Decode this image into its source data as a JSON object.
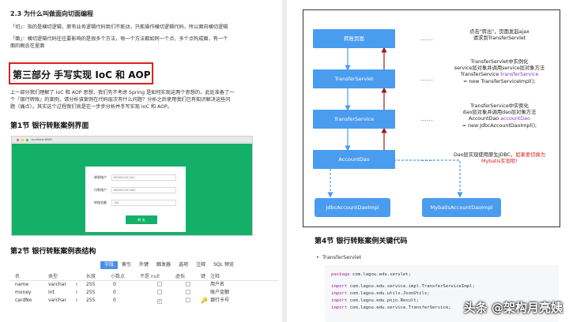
{
  "left": {
    "heading_2_3": "2.3 为什么叫做面向切面编程",
    "p_cut": "「切」：指的是横切逻辑，原有业务逻辑代码我们不能动，只能操作横切逻辑代码，所以面向横切逻辑",
    "p_face_1": "「面」：横切逻辑代码往往要影响的是很多个方法，每一个方法都如同一个点，多个点构成面，有一个",
    "p_face_2": "面的概念在里面",
    "part_title": "第三部分 手写实现 IoC 和 AOP",
    "intro_1": "上一部分我们理解了 IoC 和 AOP 思想，我们先不考虑 Spring 是如何实现这两个思想的，此处准备了一",
    "intro_2": "个『银行转账』的案例，请分析该案例在代码层次有什么问题？分析之后使用我们已有知识解决这些问",
    "intro_3": "题（痛点）。其实这个过程我们就是在一步步分析并手写实现 IoC 和 AOP。",
    "section_1": "第1节 银行转账案例界面",
    "screenshot": {
      "url": "localhost:8080",
      "rows": [
        {
          "label": "收款账户",
          "value": "6029621011001"
        },
        {
          "label": "付款账户",
          "value": "6029621011000"
        },
        {
          "label": "转账金额",
          "value": "100"
        }
      ],
      "button": "转 出"
    },
    "section_2": "第2节 银行转账案例表结构",
    "tabs": [
      "字段",
      "索引",
      "外键",
      "触发器",
      "选项",
      "注释",
      "SQL 预览"
    ],
    "table": {
      "headers": [
        "名",
        "类型",
        "长度",
        "小数点",
        "不是 null",
        "虚拟",
        "键",
        "注释"
      ],
      "rows": [
        {
          "name": "name",
          "type": "varchar",
          "length": "255",
          "decimal": "0",
          "notnull": false,
          "virtual": false,
          "key": false,
          "comment": "用户名"
        },
        {
          "name": "money",
          "type": "int",
          "length": "255",
          "decimal": "0",
          "notnull": false,
          "virtual": false,
          "key": false,
          "comment": "账户金额"
        },
        {
          "name": "cardNo",
          "type": "varchar",
          "length": "255",
          "decimal": "0",
          "notnull": true,
          "virtual": false,
          "key": true,
          "comment": "银行卡号"
        }
      ]
    }
  },
  "right": {
    "diagram": {
      "nodes": {
        "page": "转账页面",
        "servlet": "TransferServlet",
        "service": "TransferService",
        "dao": "AccountDao",
        "jdbc": "JdbcAccountDaoImpl",
        "mybatis": "MybatisAccountDaoImpl"
      },
      "dots": "......",
      "notes": {
        "page_1": "点击\"转出\"，页面发起ajax",
        "page_2": "请求到TransferServlet",
        "servlet_1": "TransferServlet中实例化",
        "servlet_2": "service层对象并调用service层对象方法",
        "servlet_3a": "TransferService ",
        "servlet_3b": "transferService",
        "servlet_4": "= new TransferServiceImpl();",
        "service_1": "TransferService中实例化",
        "service_2": "dao层对象并调用dao层对象方法",
        "service_3a": "AccountDao ",
        "service_3b": "accountDao",
        "service_4": "= new JdbcAccountDaoImpl();",
        "dao_1a": "Dao层实现使用原生JDBC，",
        "dao_1b": "如果要切换为",
        "dao_2": "Mybatis实现呢!"
      }
    },
    "section_4": "第4节 银行转账案例关键代码",
    "list_item": "TransferServlet",
    "code": {
      "package_kw": "package",
      "package_name": " com.lagou.edu.servlet;",
      "imports": [
        " com.lagou.edu.service.impl.TransferServiceImpl;",
        " com.lagou.edu.utils.JsonUtils;",
        " com.lagou.edu.pojo.Result;",
        " com.lagou.edu.service.TransferService;"
      ],
      "import_kw": "import"
    },
    "watermark": "头条 @架构月亮姨"
  },
  "colors": {
    "accent_blue": "#4a9cee",
    "highlight_red": "#e02020",
    "app_green": "#14b06a",
    "code_keyword": "#a626a4"
  }
}
